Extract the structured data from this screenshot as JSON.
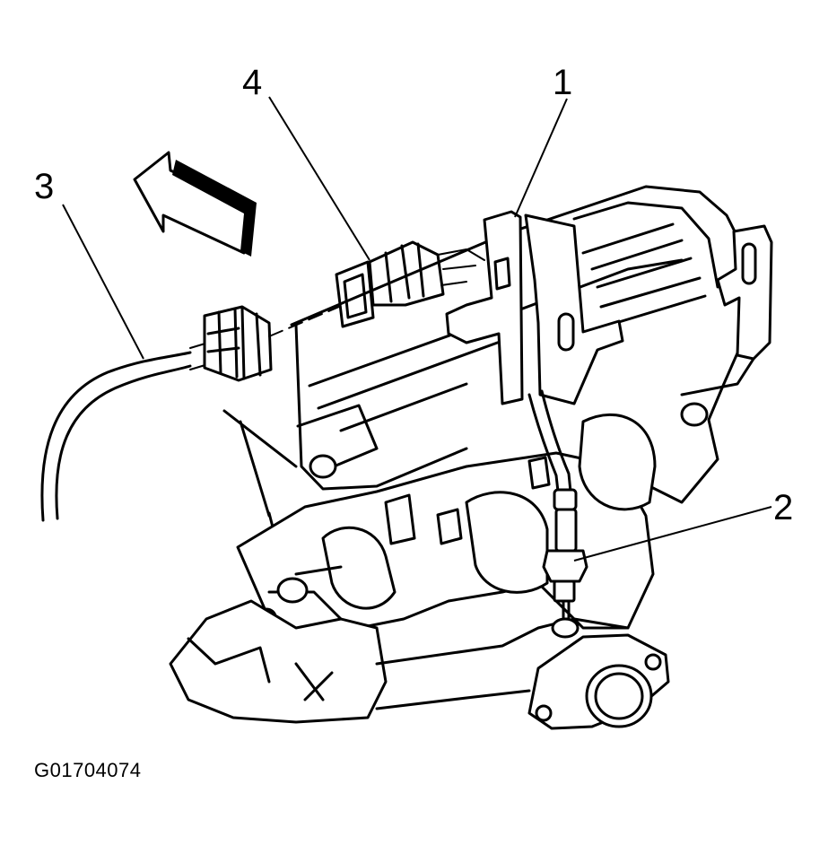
{
  "callouts": {
    "c1": "1",
    "c2": "2",
    "c3": "3",
    "c4": "4"
  },
  "figure_id": "G01704074",
  "colors": {
    "ink": "#000000",
    "background": "#ffffff"
  }
}
